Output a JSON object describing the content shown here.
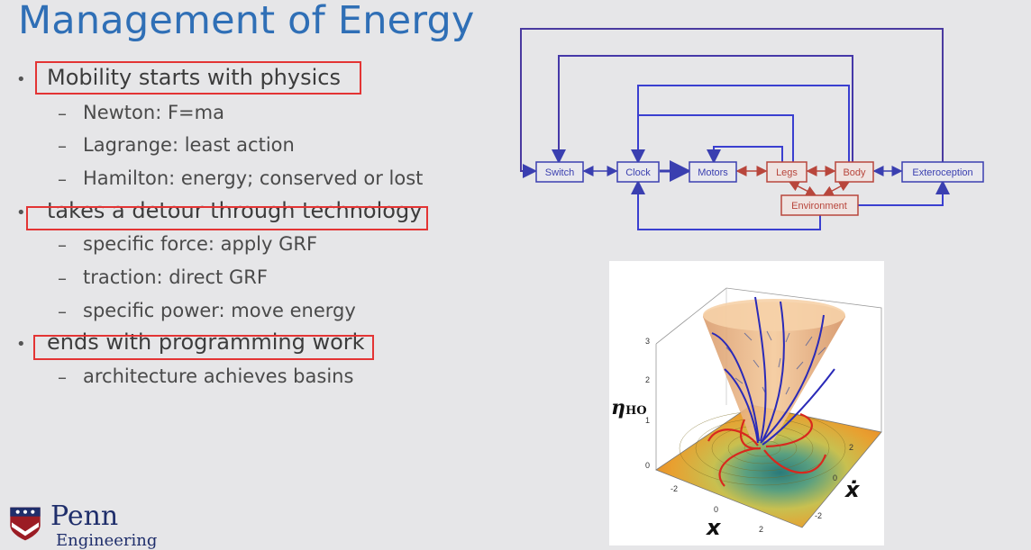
{
  "slide": {
    "title": "Management of Energy",
    "bullets": [
      {
        "text": "Mobility starts with physics",
        "subs": [
          "Newton: F=ma",
          "Lagrange: least action",
          "Hamilton: energy; conserved or lost"
        ]
      },
      {
        "text": "takes a detour through technology",
        "subs": [
          "specific force: apply GRF",
          "traction: direct GRF",
          "specific power: move energy"
        ]
      },
      {
        "text": "ends with programming work",
        "subs": [
          "architecture achieves basins"
        ]
      }
    ]
  },
  "diagram": {
    "nodes": {
      "switch": "Switch",
      "clock": "Clock",
      "motors": "Motors",
      "legs": "Legs",
      "body": "Body",
      "exteroception": "Exteroception",
      "environment": "Environment"
    },
    "colors": {
      "blue": "#3a3fb0",
      "red": "#b8463c"
    }
  },
  "plot": {
    "z_label": "η",
    "z_label_sub": "HO",
    "x_label": "x",
    "xdot_label": "ẋ",
    "z_ticks": [
      "3",
      "2",
      "1",
      "0"
    ],
    "x_ticks": [
      "-2",
      "0",
      "2"
    ],
    "xdot_ticks": [
      "2",
      "0",
      "-2"
    ]
  },
  "logo": {
    "name": "Penn",
    "sub": "Engineering"
  }
}
